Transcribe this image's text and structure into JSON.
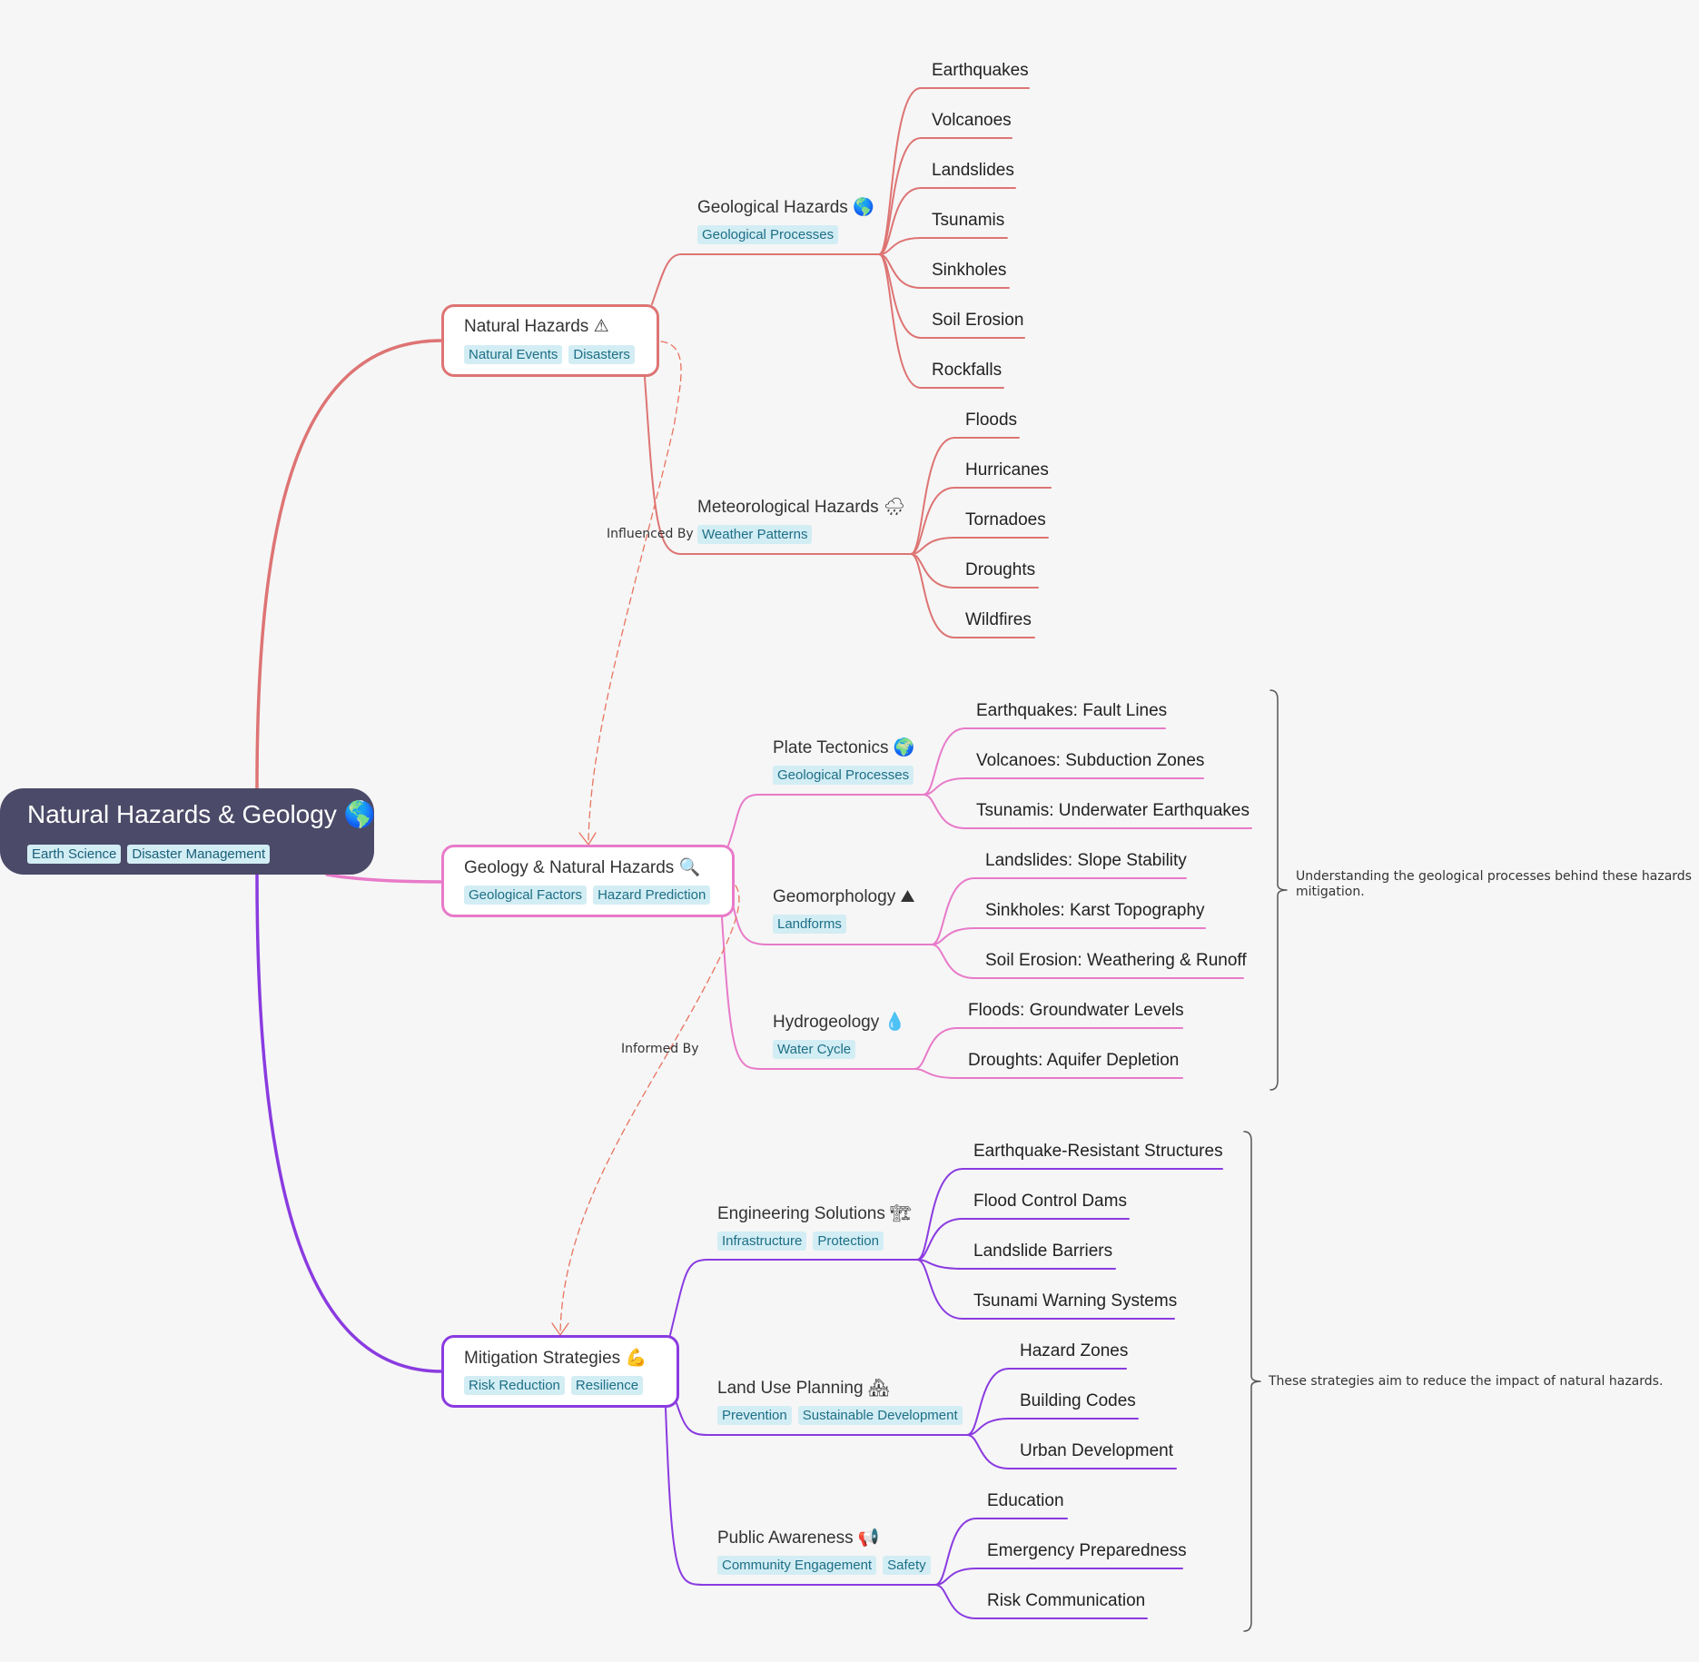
{
  "colors": {
    "natural": "#de7474",
    "geology": "#e87ac9",
    "mitigation": "#8a3be0",
    "relationship": "#e8735f"
  },
  "root": {
    "title": "Natural Hazards & Geology",
    "icon": "🌎",
    "tags": [
      "Earth Science",
      "Disaster Management"
    ]
  },
  "natural_hazards": {
    "title": "Natural Hazards",
    "icon": "⚠",
    "tags": [
      "Natural Events",
      "Disasters"
    ],
    "geological": {
      "title": "Geological Hazards",
      "icon": "🌎",
      "tags": [
        "Geological Processes"
      ],
      "items": [
        "Earthquakes",
        "Volcanoes",
        "Landslides",
        "Tsunamis",
        "Sinkholes",
        "Soil Erosion",
        "Rockfalls"
      ]
    },
    "meteorological": {
      "title": "Meteorological Hazards",
      "icon": "🌧",
      "tags": [
        "Weather Patterns"
      ],
      "items": [
        "Floods",
        "Hurricanes",
        "Tornadoes",
        "Droughts",
        "Wildfires"
      ]
    }
  },
  "geology": {
    "title": "Geology & Natural Hazards",
    "icon": "🔍",
    "tags": [
      "Geological Factors",
      "Hazard Prediction"
    ],
    "plate_tectonics": {
      "title": "Plate Tectonics",
      "icon": "🌍",
      "tags": [
        "Geological Processes"
      ],
      "items": [
        "Earthquakes: Fault Lines",
        "Volcanoes: Subduction Zones",
        "Tsunamis: Underwater Earthquakes"
      ]
    },
    "geomorphology": {
      "title": "Geomorphology",
      "icon": "⛰",
      "tags": [
        "Landforms"
      ],
      "items": [
        "Landslides: Slope Stability",
        "Sinkholes: Karst Topography",
        "Soil Erosion: Weathering & Runoff"
      ]
    },
    "hydrogeology": {
      "title": "Hydrogeology",
      "icon": "💧",
      "tags": [
        "Water Cycle"
      ],
      "items": [
        "Floods: Groundwater Levels",
        "Droughts: Aquifer Depletion"
      ]
    },
    "summary": "Understanding the geological processes behind these hazards mitigation."
  },
  "mitigation": {
    "title": "Mitigation Strategies",
    "icon": "💪",
    "tags": [
      "Risk Reduction",
      "Resilience"
    ],
    "engineering": {
      "title": "Engineering Solutions",
      "icon": "🏗",
      "tags": [
        "Infrastructure",
        "Protection"
      ],
      "items": [
        "Earthquake-Resistant Structures",
        "Flood Control Dams",
        "Landslide Barriers",
        "Tsunami Warning Systems"
      ]
    },
    "land_use": {
      "title": "Land Use Planning",
      "icon": "🏘",
      "tags": [
        "Prevention",
        "Sustainable Development"
      ],
      "items": [
        "Hazard Zones",
        "Building Codes",
        "Urban Development"
      ]
    },
    "public_awareness": {
      "title": "Public Awareness",
      "icon": "📢",
      "tags": [
        "Community Engagement",
        "Safety"
      ],
      "items": [
        "Education",
        "Emergency Preparedness",
        "Risk Communication"
      ]
    },
    "summary": "These strategies aim to reduce the impact of natural hazards."
  },
  "relationships": {
    "influenced_by": "Influenced By",
    "informed_by": "Informed By"
  }
}
